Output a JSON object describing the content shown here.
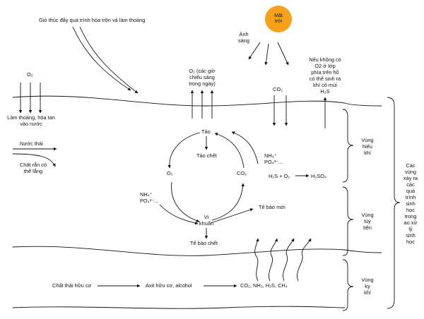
{
  "labels": {
    "wind": "Gió thúc đẩy quá trình hòa trộn và làm thoáng",
    "sun_l1": "Mặt",
    "sun_l2": "trời",
    "light_l1": "Ánh",
    "light_l2": "sáng",
    "h2s_l1": "Nếu không có",
    "h2s_l2": "O2 ở lớp",
    "h2s_l3": "phía trên hồ",
    "h2s_l4": "có thể sinh ra",
    "h2s_l5": "khí có mùi",
    "h2s_formula": "H₂S",
    "o2_top": "O₂",
    "aeration_l1": "Làm thoáng, hòa tan",
    "aeration_l2": "vào nước",
    "o2_sun_l1": "O₂ (các giờ",
    "o2_sun_l2": "chiếu sáng",
    "o2_sun_l3": "trong ngày)",
    "co2_top": "CO₂",
    "wastewater": "Nước thải",
    "settle_l1": "Chất rắn có",
    "settle_l2": "thể lắng",
    "algae": "Tảo",
    "dead_algae": "Tảo chết",
    "nutrients1_l1": "NH₄⁺",
    "nutrients1_l2": "PO₄³⁻...",
    "o2_mid": "O₂",
    "co2_mid": "CO₂",
    "h2s_reaction": "H₂S + O₂",
    "h2so4": "H₂SO₄",
    "nutrients2_l1": "NH₄⁺",
    "nutrients2_l2": "PO₄³⁻...",
    "bacteria_l1": "Vi",
    "bacteria_l2": "khuẩn",
    "new_cells": "Tế bào mới",
    "dead_cells": "Tế bào chết",
    "organic": "Chất thải hữu cơ",
    "acids": "Axit hữu cơ, alcohol",
    "gases": "CO₂, NH₃, H₂S, CH₄",
    "zone_aerobic_l1": "Vùng",
    "zone_aerobic_l2": "hiếu",
    "zone_aerobic_l3": "khí",
    "zone_fac_l1": "Vùng",
    "zone_fac_l2": "tùy",
    "zone_fac_l3": "tiện",
    "zone_anaer_l1": "Vùng",
    "zone_anaer_l2": "kỵ",
    "zone_anaer_l3": "khí",
    "processes_l1": "Các",
    "processes_l2": "vùng",
    "processes_l3": "xảy ra",
    "processes_l4": "các",
    "processes_l5": "quá",
    "processes_l6": "trình",
    "processes_l7": "sinh",
    "processes_l8": "học",
    "processes_l9": "trong",
    "processes_l10": "ao xử",
    "processes_l11": "lý",
    "processes_l12": "sinh",
    "processes_l13": "học"
  },
  "colors": {
    "sun": "#f7a21b",
    "stroke": "#111111"
  }
}
